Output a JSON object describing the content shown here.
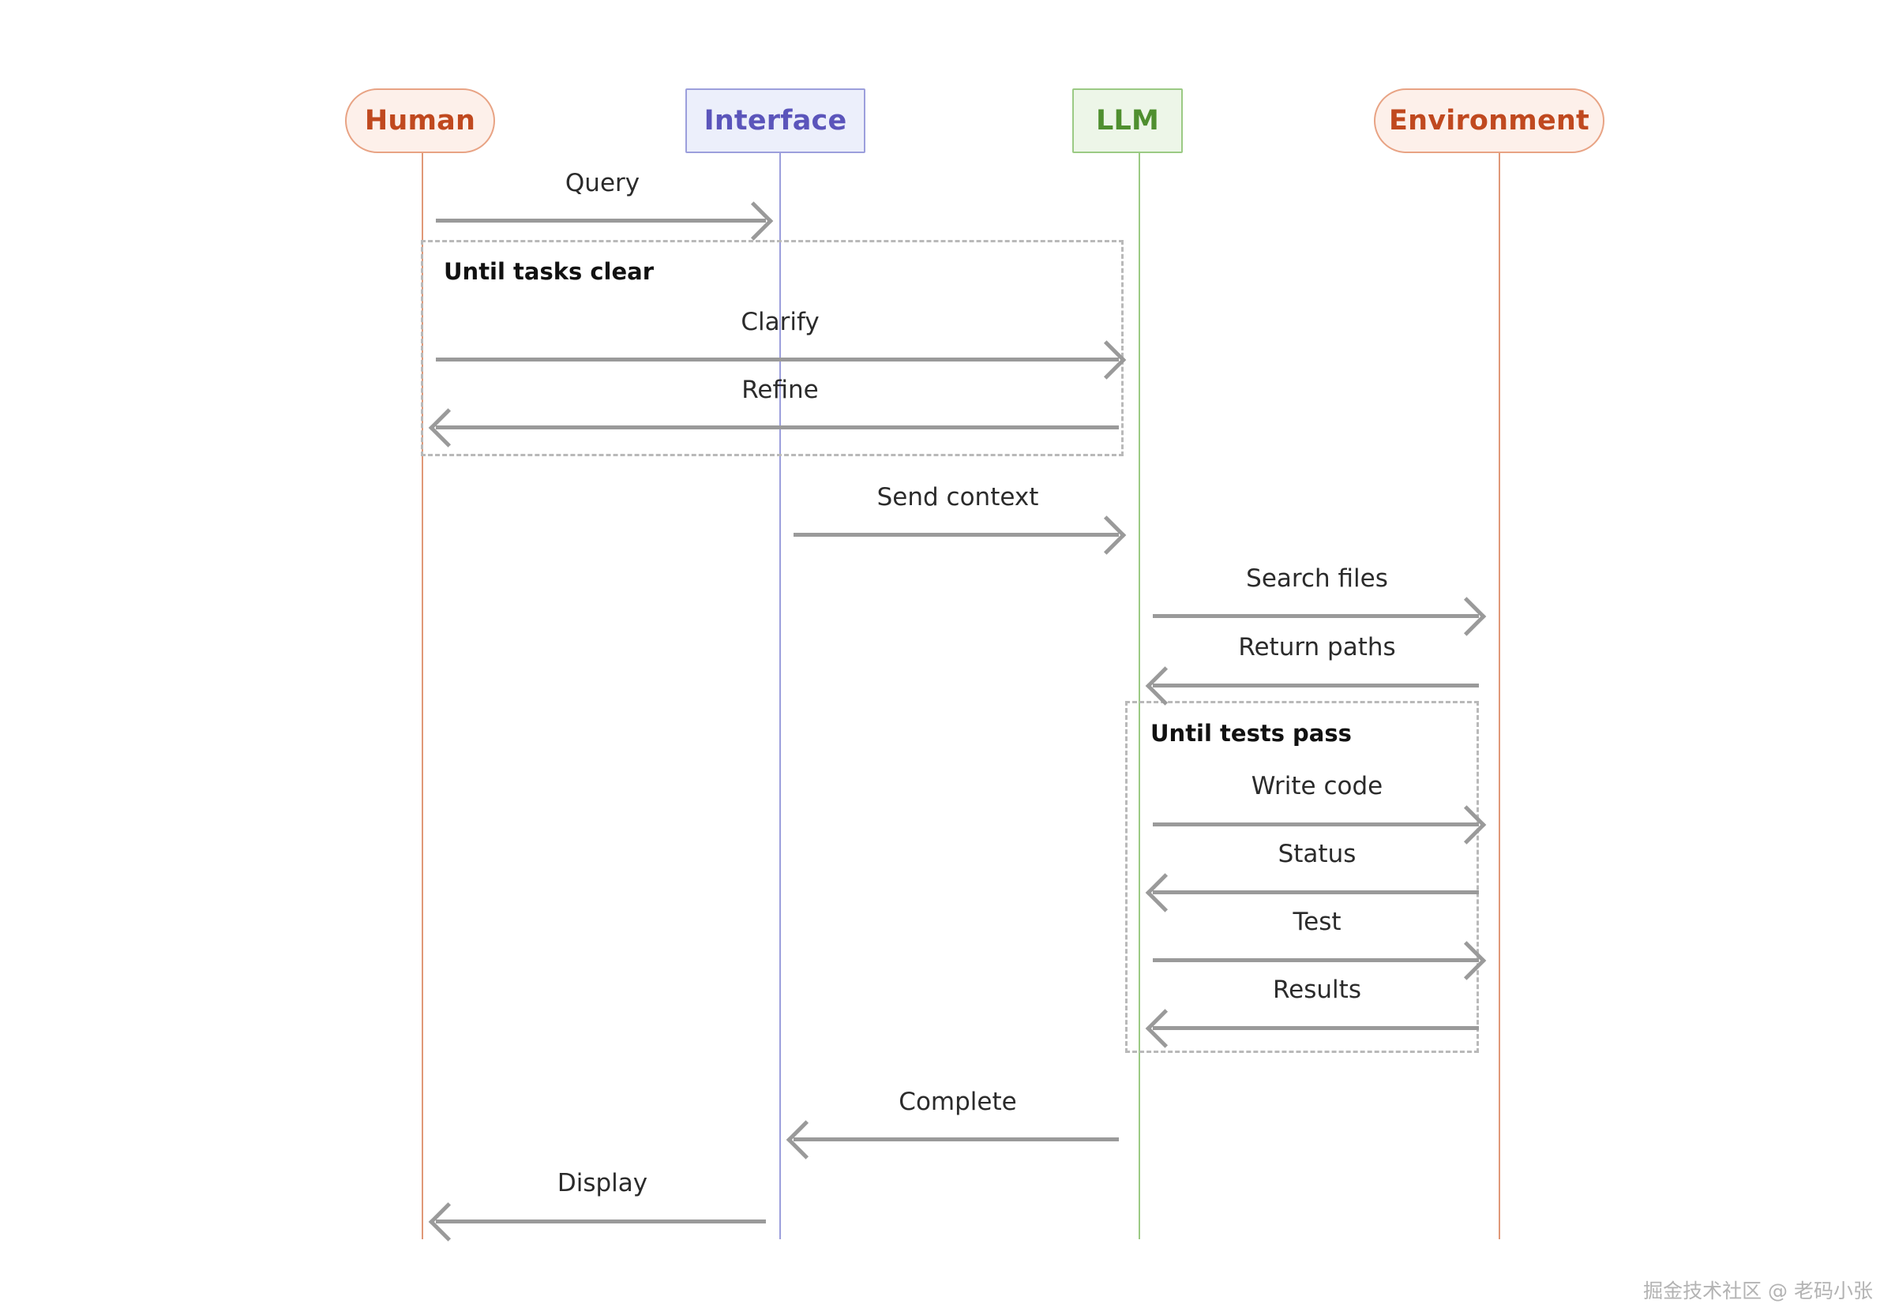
{
  "diagram": {
    "type": "sequence-diagram",
    "title": "",
    "background_color": "#ffffff",
    "participants": [
      {
        "id": "human",
        "label": "Human",
        "shape": "rounded",
        "fill": "#fdf0ea",
        "border": "#e8a384",
        "text_color": "#c0491f",
        "lifeline_color": "#e09878"
      },
      {
        "id": "interface",
        "label": "Interface",
        "shape": "rectangle",
        "fill": "#eceffb",
        "border": "#9c9fdc",
        "text_color": "#5b55bb",
        "lifeline_color": "#9c9fdc"
      },
      {
        "id": "llm",
        "label": "LLM",
        "shape": "rectangle",
        "fill": "#edf6e8",
        "border": "#9bca84",
        "text_color": "#4f8f2f",
        "lifeline_color": "#9bca84"
      },
      {
        "id": "environment",
        "label": "Environment",
        "shape": "rounded",
        "fill": "#fdf0ea",
        "border": "#e8a384",
        "text_color": "#c0491f",
        "lifeline_color": "#e09878"
      }
    ],
    "fragments": [
      {
        "id": "loop-tasks",
        "label": "Until tasks clear",
        "kind": "loop",
        "from": "human",
        "to": "llm"
      },
      {
        "id": "loop-tests",
        "label": "Until tests pass",
        "kind": "loop",
        "from": "llm",
        "to": "environment"
      }
    ],
    "messages": [
      {
        "id": "m1",
        "label": "Query",
        "from": "human",
        "to": "interface",
        "direction": "right",
        "in_fragment": null
      },
      {
        "id": "m2",
        "label": "Clarify",
        "from": "human",
        "to": "llm",
        "direction": "right",
        "in_fragment": "loop-tasks"
      },
      {
        "id": "m3",
        "label": "Refine",
        "from": "llm",
        "to": "human",
        "direction": "left",
        "in_fragment": "loop-tasks"
      },
      {
        "id": "m4",
        "label": "Send context",
        "from": "interface",
        "to": "llm",
        "direction": "right",
        "in_fragment": null
      },
      {
        "id": "m5",
        "label": "Search files",
        "from": "llm",
        "to": "environment",
        "direction": "right",
        "in_fragment": null
      },
      {
        "id": "m6",
        "label": "Return paths",
        "from": "environment",
        "to": "llm",
        "direction": "left",
        "in_fragment": null
      },
      {
        "id": "m7",
        "label": "Write code",
        "from": "llm",
        "to": "environment",
        "direction": "right",
        "in_fragment": "loop-tests"
      },
      {
        "id": "m8",
        "label": "Status",
        "from": "environment",
        "to": "llm",
        "direction": "left",
        "in_fragment": "loop-tests"
      },
      {
        "id": "m9",
        "label": "Test",
        "from": "llm",
        "to": "environment",
        "direction": "right",
        "in_fragment": "loop-tests"
      },
      {
        "id": "m10",
        "label": "Results",
        "from": "environment",
        "to": "llm",
        "direction": "left",
        "in_fragment": "loop-tests"
      },
      {
        "id": "m11",
        "label": "Complete",
        "from": "llm",
        "to": "interface",
        "direction": "left",
        "in_fragment": null
      },
      {
        "id": "m12",
        "label": "Display",
        "from": "interface",
        "to": "human",
        "direction": "left",
        "in_fragment": null
      }
    ],
    "watermark": "掘金技术社区 @ 老码小张"
  }
}
